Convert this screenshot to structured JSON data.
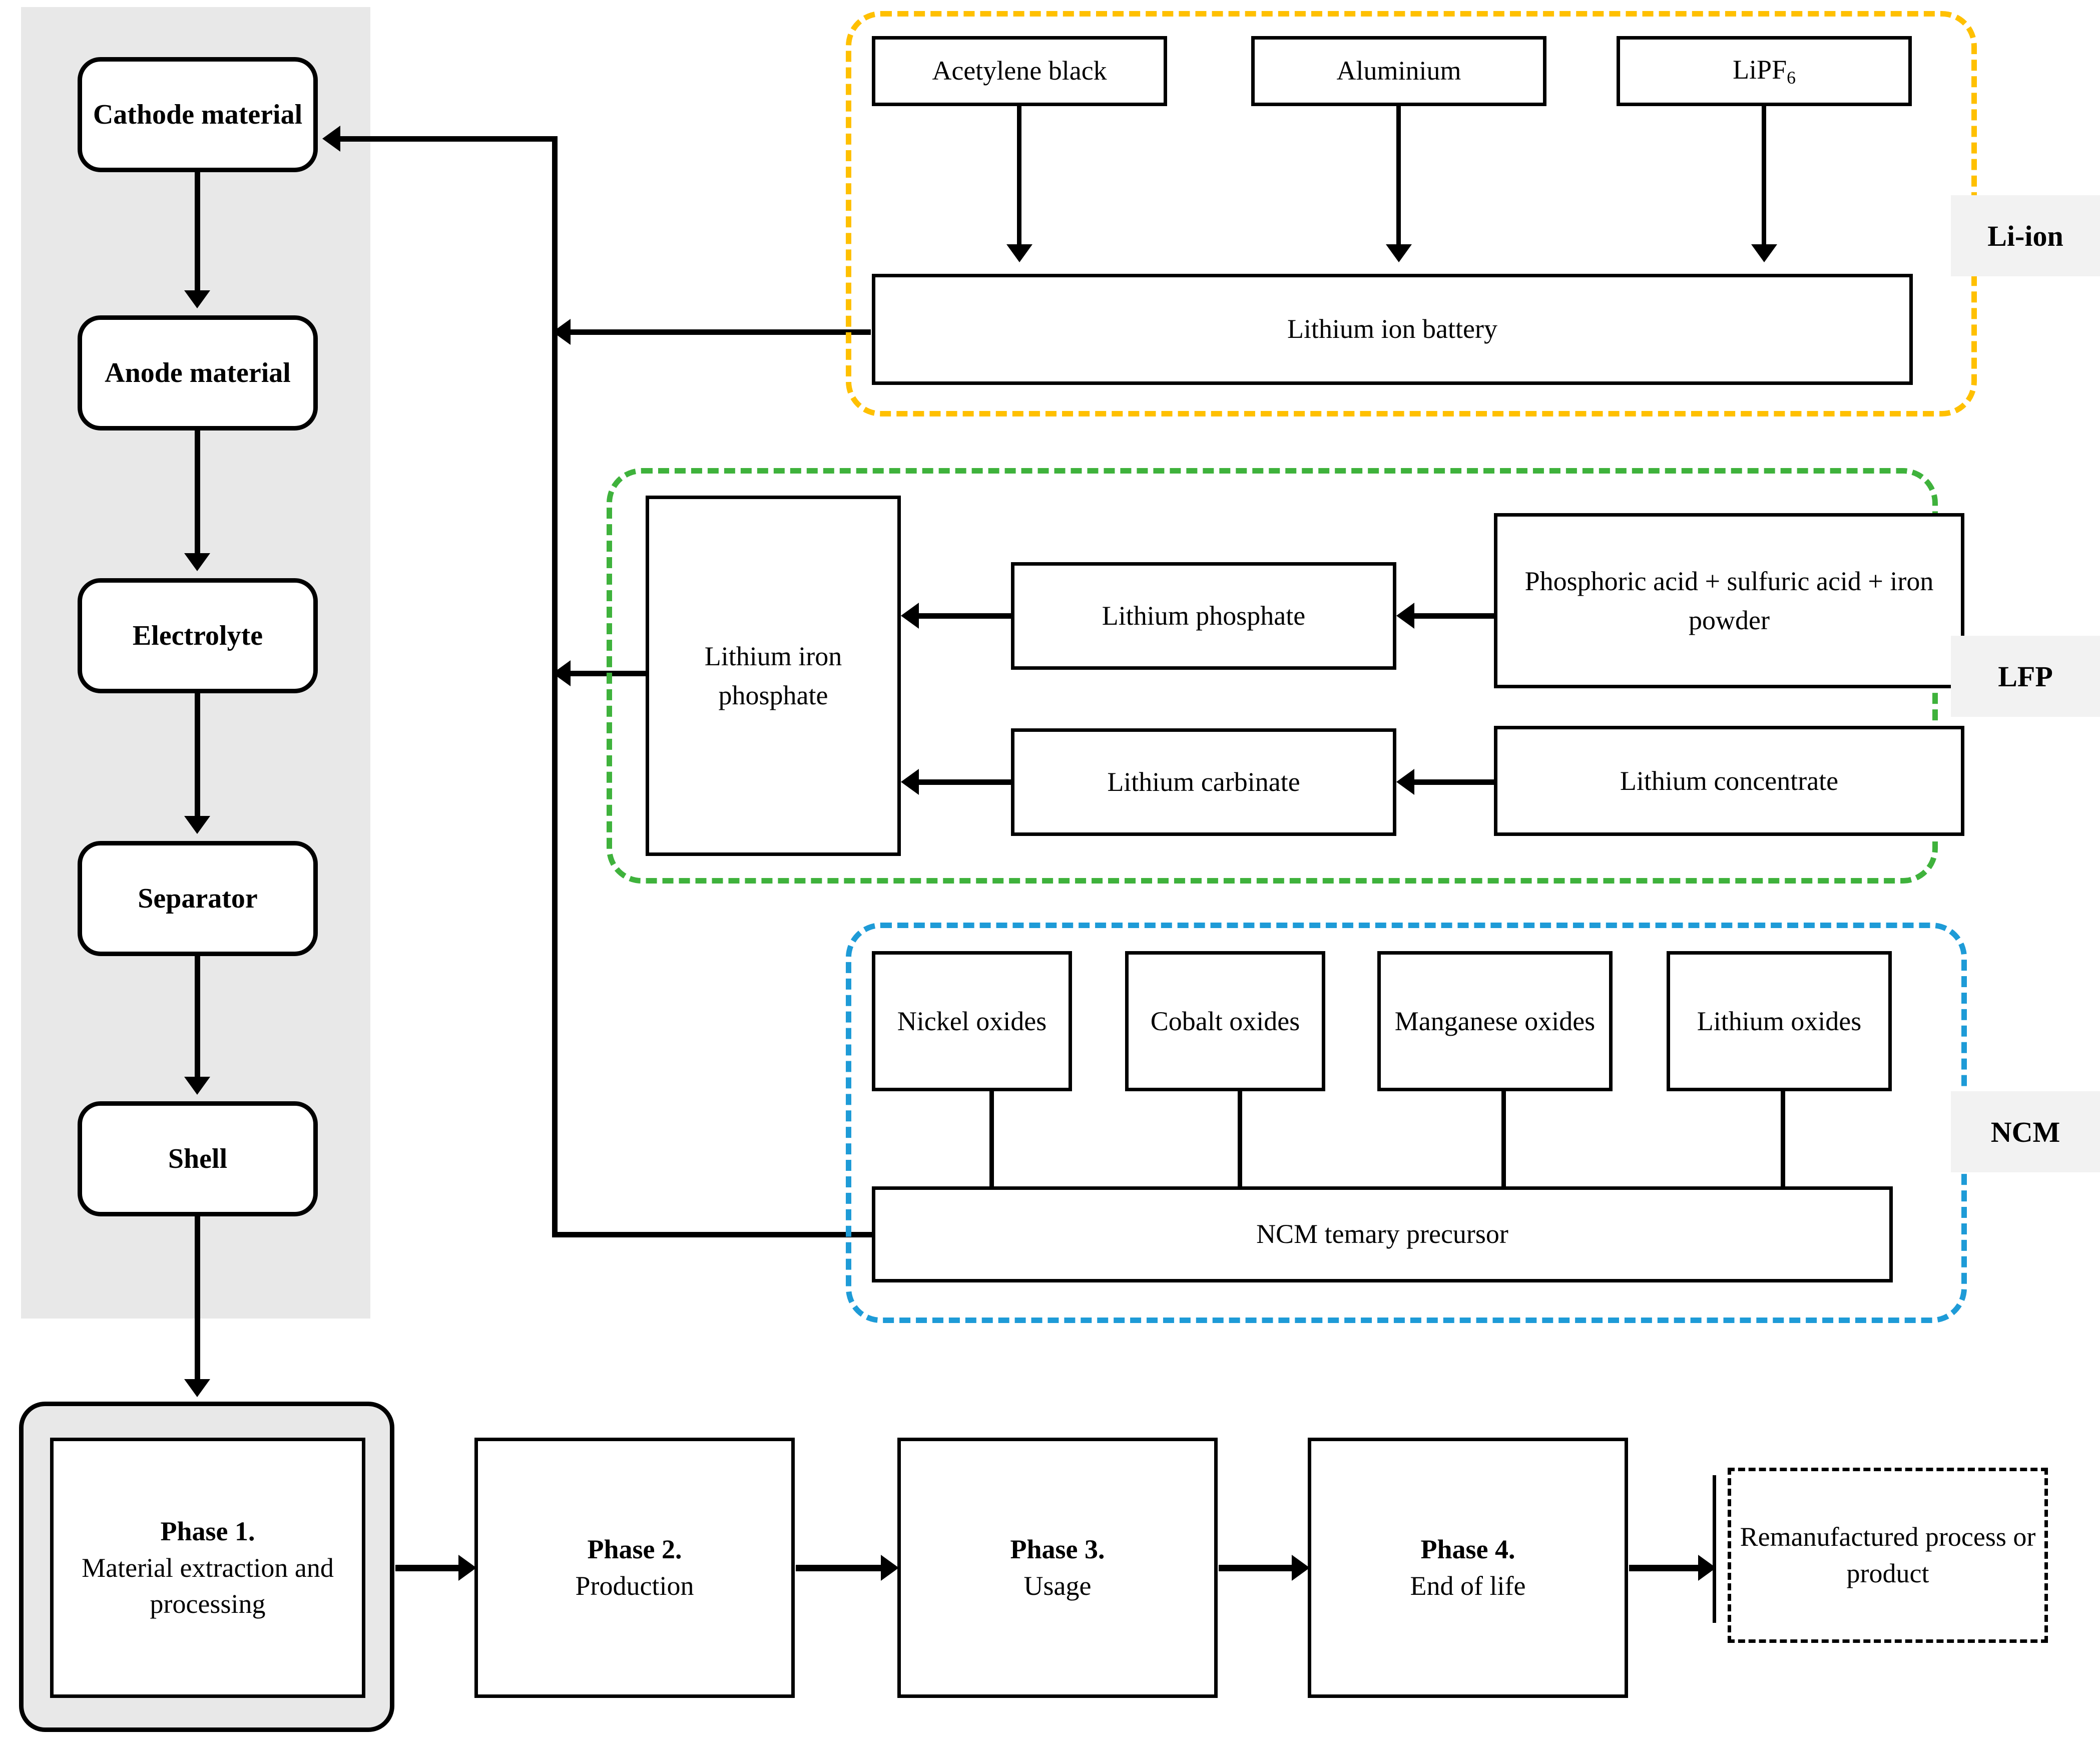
{
  "colors": {
    "liion_dash": "#FFC000",
    "lfp_dash": "#3FB23C",
    "ncm_dash": "#1E9BD7",
    "column_fill": "#E8E8E8",
    "label_fill": "#F2F2F2",
    "stroke": "#000000"
  },
  "battery_column": {
    "items": [
      {
        "label": "Cathode material"
      },
      {
        "label": "Anode material"
      },
      {
        "label": "Electrolyte"
      },
      {
        "label": "Separator"
      },
      {
        "label": "Shell"
      }
    ]
  },
  "groups": [
    {
      "key": "liion",
      "label": "Li-ion",
      "inputs": [
        {
          "label": "Acetylene black"
        },
        {
          "label": "Aluminium"
        },
        {
          "label": "LiPF",
          "subscript": "6"
        }
      ],
      "output": {
        "label": "Lithium ion battery"
      }
    },
    {
      "key": "lfp",
      "label": "LFP",
      "output": {
        "label": "Lithium iron phosphate"
      },
      "mid": [
        {
          "label": "Lithium phosphate"
        },
        {
          "label": "Lithium carbinate"
        }
      ],
      "sources": [
        {
          "label": "Phosphoric acid + sulfuric acid + iron powder"
        },
        {
          "label": "Lithium concentrate"
        }
      ]
    },
    {
      "key": "ncm",
      "label": "NCM",
      "inputs": [
        {
          "label": "Nickel oxides"
        },
        {
          "label": "Cobalt oxides"
        },
        {
          "label": "Manganese oxides"
        },
        {
          "label": "Lithium oxides"
        }
      ],
      "output": {
        "label": "NCM temary precursor"
      }
    }
  ],
  "phases": [
    {
      "title": "Phase 1.",
      "body": "Material extraction and processing"
    },
    {
      "title": "Phase 2.",
      "body": "Production"
    },
    {
      "title": "Phase 3.",
      "body": "Usage"
    },
    {
      "title": "Phase 4.",
      "body": "End of life"
    }
  ],
  "remanufactured": {
    "label": "Remanufactured process or product"
  }
}
